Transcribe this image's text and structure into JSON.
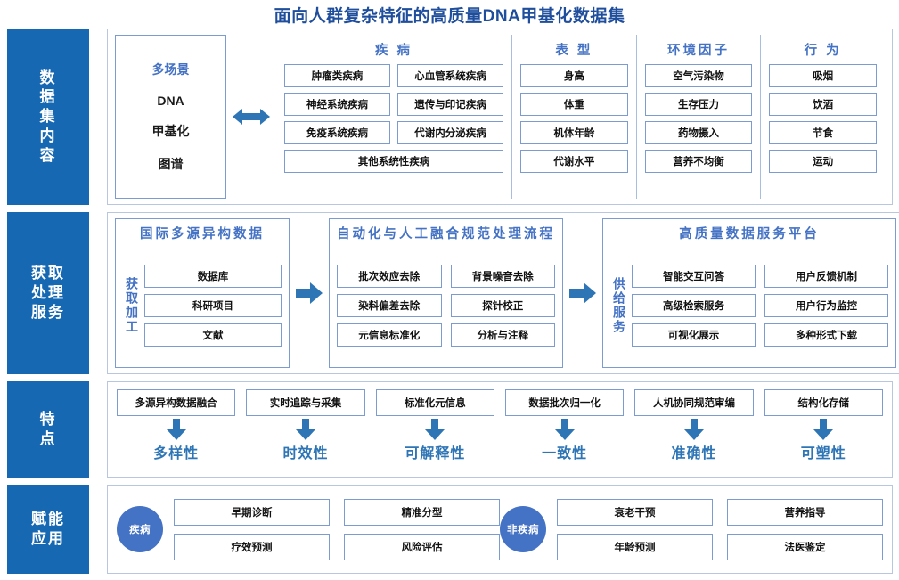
{
  "title": "面向人群复杂特征的高质量DNA甲基化数据集",
  "colors": {
    "band_label_bg": "#1668B3",
    "title": "#1F4E9C",
    "group_title": "#4472C4",
    "arrow": "#2E75B6",
    "box_border": "#7C9BD0",
    "panel_border": "#B8C6E0",
    "circle": "#4472C4"
  },
  "band1": {
    "label": [
      "数",
      "据",
      "集",
      "内",
      "容"
    ],
    "left_panel": {
      "scene": "多场景",
      "lines": [
        "DNA",
        "甲基化",
        "图谱"
      ]
    },
    "arrow_icon": "double-arrow-horizontal",
    "columns": [
      {
        "title": "疾 病",
        "pairs": [
          [
            "肿瘤类疾病",
            "心血管系统疾病"
          ],
          [
            "神经系统疾病",
            "遗传与印记疾病"
          ],
          [
            "免疫系统疾病",
            "代谢内分泌疾病"
          ]
        ],
        "full": "其他系统性疾病"
      },
      {
        "title": "表 型",
        "items": [
          "身高",
          "体重",
          "机体年龄",
          "代谢水平"
        ]
      },
      {
        "title": "环境因子",
        "items": [
          "空气污染物",
          "生存压力",
          "药物摄入",
          "营养不均衡"
        ]
      },
      {
        "title": "行 为",
        "items": [
          "吸烟",
          "饮酒",
          "节食",
          "运动"
        ]
      }
    ]
  },
  "band2": {
    "label": [
      "获取",
      "处理",
      "服务"
    ],
    "panels": [
      {
        "title": "国际多源异构数据",
        "vlabel": "获取加工",
        "rows": [
          [
            "数据库"
          ],
          [
            "科研项目"
          ],
          [
            "文献"
          ]
        ]
      },
      {
        "title": "自动化与人工融合规范处理流程",
        "vlabel": "",
        "rows": [
          [
            "批次效应去除",
            "背景噪音去除"
          ],
          [
            "染料偏差去除",
            "探针校正"
          ],
          [
            "元信息标准化",
            "分析与注释"
          ]
        ]
      },
      {
        "title": "高质量数据服务平台",
        "vlabel": "供给服务",
        "rows": [
          [
            "智能交互问答",
            "用户反馈机制"
          ],
          [
            "高级检索服务",
            "用户行为监控"
          ],
          [
            "可视化展示",
            "多种形式下载"
          ]
        ]
      }
    ],
    "arrow_icon": "arrow-right"
  },
  "band3": {
    "label": [
      "特",
      "点"
    ],
    "arrow_icon": "arrow-down",
    "items": [
      {
        "box": "多源异构数据融合",
        "word": "多样性"
      },
      {
        "box": "实时追踪与采集",
        "word": "时效性"
      },
      {
        "box": "标准化元信息",
        "word": "可解释性"
      },
      {
        "box": "数据批次归一化",
        "word": "一致性"
      },
      {
        "box": "人机协同规范审编",
        "word": "准确性"
      },
      {
        "box": "结构化存储",
        "word": "可塑性"
      }
    ]
  },
  "band4": {
    "label": [
      "赋能",
      "应用"
    ],
    "groups": [
      {
        "circle": "疾病",
        "rows": [
          [
            "早期诊断",
            "精准分型"
          ],
          [
            "疗效预测",
            "风险评估"
          ]
        ]
      },
      {
        "circle": "非疾病",
        "rows": [
          [
            "衰老干预",
            "营养指导"
          ],
          [
            "年龄预测",
            "法医鉴定"
          ]
        ]
      }
    ]
  }
}
